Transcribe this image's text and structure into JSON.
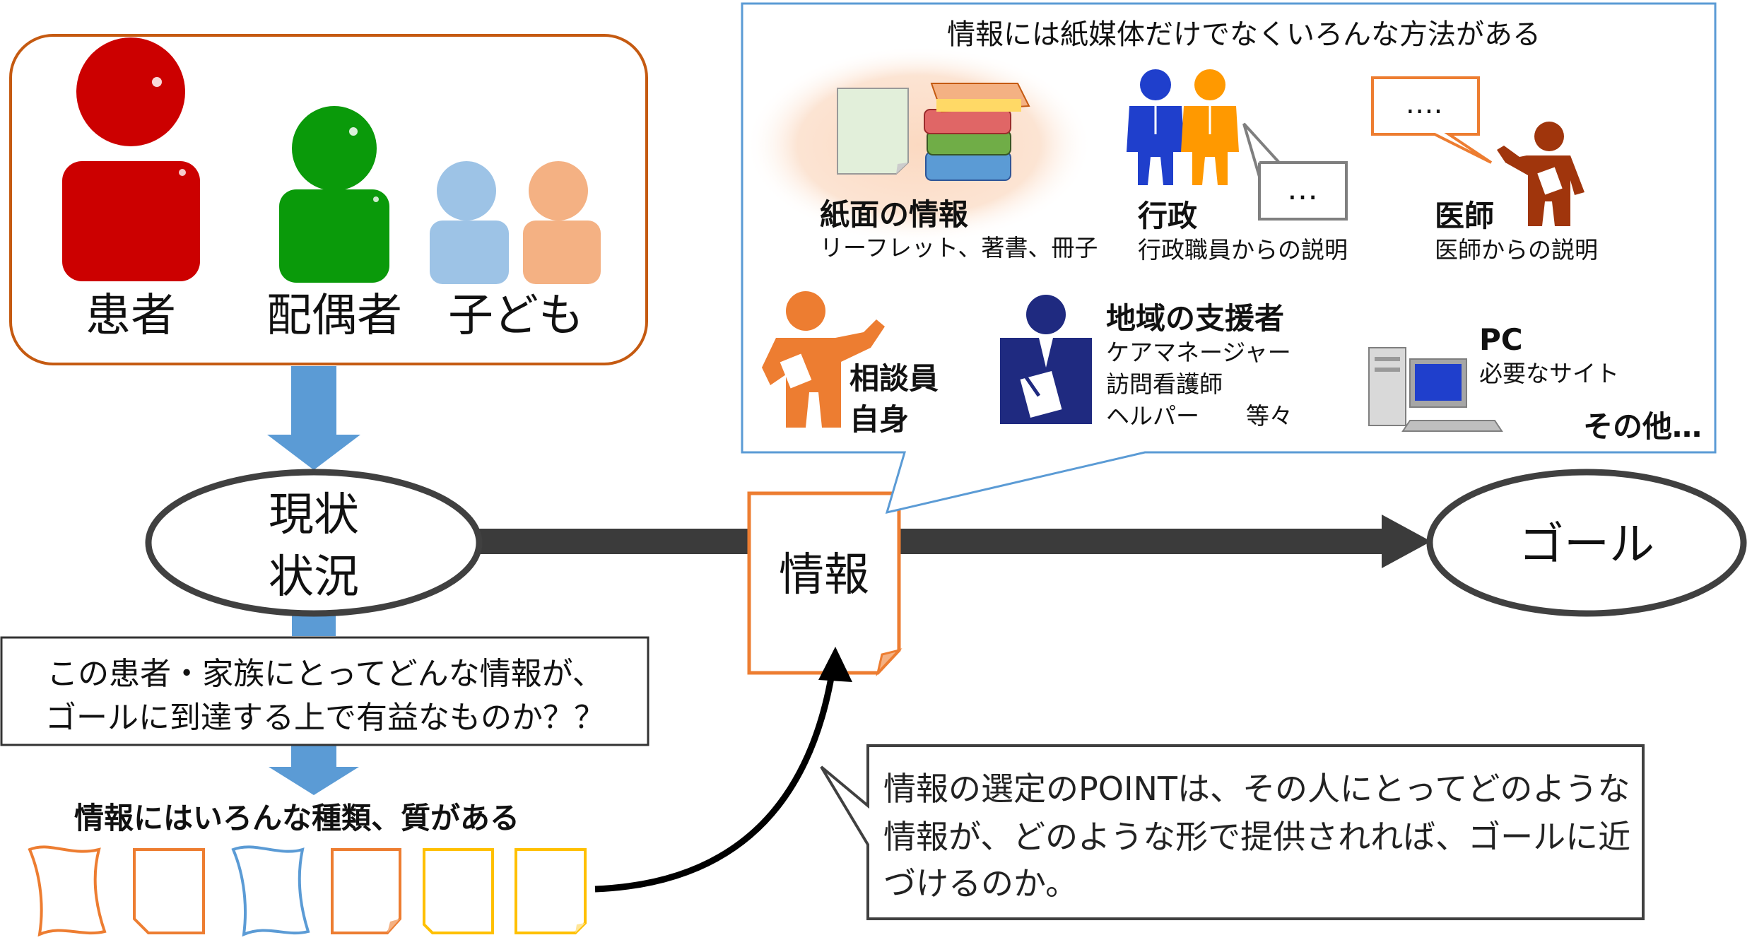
{
  "colors": {
    "patient": "#cc0000",
    "spouse": "#0a9a0a",
    "child_blue": "#9dc3e6",
    "child_peach": "#f4b183",
    "orange": "#ed7d31",
    "blue_frame": "#5b9bd5",
    "yellow": "#ffc000",
    "navy": "#1f2a80",
    "dark": "#333333"
  },
  "family": {
    "patient": "患者",
    "spouse": "配偶者",
    "children": "子ども"
  },
  "flow": {
    "current_line1": "現状",
    "current_line2": "状況",
    "info_label": "情報",
    "goal": "ゴール"
  },
  "question": {
    "line1": "この患者・家族にとってどんな情報が、",
    "line2": "ゴールに到達する上で有益なものか？？"
  },
  "types_heading": "情報にはいろんな種類、質がある",
  "callout": {
    "title": "情報には紙媒体だけでなくいろんな方法がある",
    "paper": {
      "title": "紙面の情報",
      "sub": "リーフレット、著書、冊子"
    },
    "admin": {
      "title": "行政",
      "sub": "行政職員からの説明",
      "bubble": "…"
    },
    "doctor": {
      "title": "医師",
      "sub": "医師からの説明",
      "bubble": "…."
    },
    "counselor": {
      "title_line1": "相談員",
      "title_line2": "自身"
    },
    "supporters": {
      "title": "地域の支援者",
      "line1": "ケアマネージャー",
      "line2": "訪問看護師",
      "line3": "ヘルパー　　等々"
    },
    "pc": {
      "title": "PC",
      "sub": "必要なサイト"
    },
    "other": "その他…"
  },
  "point_note": {
    "line1": "情報の選定のPOINTは、その人にとってどのような",
    "line2": "情報が、どのような形で提供されれば、ゴールに近",
    "line3": "づけるのか。"
  }
}
